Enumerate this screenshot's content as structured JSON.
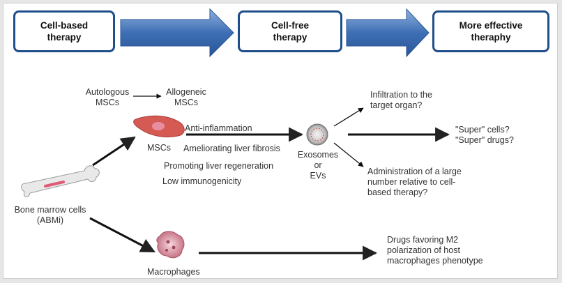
{
  "stages": [
    {
      "label": "Cell-based\ntherapy"
    },
    {
      "label": "Cell-free\ntherapy"
    },
    {
      "label": "More effective\ntheraphy"
    }
  ],
  "nodes": {
    "autologous": "Autologous\nMSCs",
    "allogeneic": "Allogeneic\nMSCs",
    "mscs": "MSCs",
    "anti_inflammation": "Anti-inflammation",
    "ameliorating": "Ameliorating liver fibrosis",
    "promoting": "Promoting liver regeneration",
    "low_immuno": "Low immunogenicity",
    "exosomes": "Exosomes\nor\nEVs",
    "infiltration": "Infiltration to the\ntarget organ?",
    "super": "\"Super\" cells?\n\"Super\" drugs?",
    "administration": "Administration of a large\nnumber relative to cell-\nbased therapy?",
    "bone_marrow": "Bone marrow cells\n(ABMi)",
    "macrophages": "Macrophages",
    "drugs_m2": "Drugs favoring M2\npolarization of host\nmacrophages phenotype"
  },
  "colors": {
    "box_border": "#1f4e8c",
    "arrow_fill": "#3e6fb5",
    "cell_red": "#d9534f",
    "macrophage": "#d98c9c"
  }
}
